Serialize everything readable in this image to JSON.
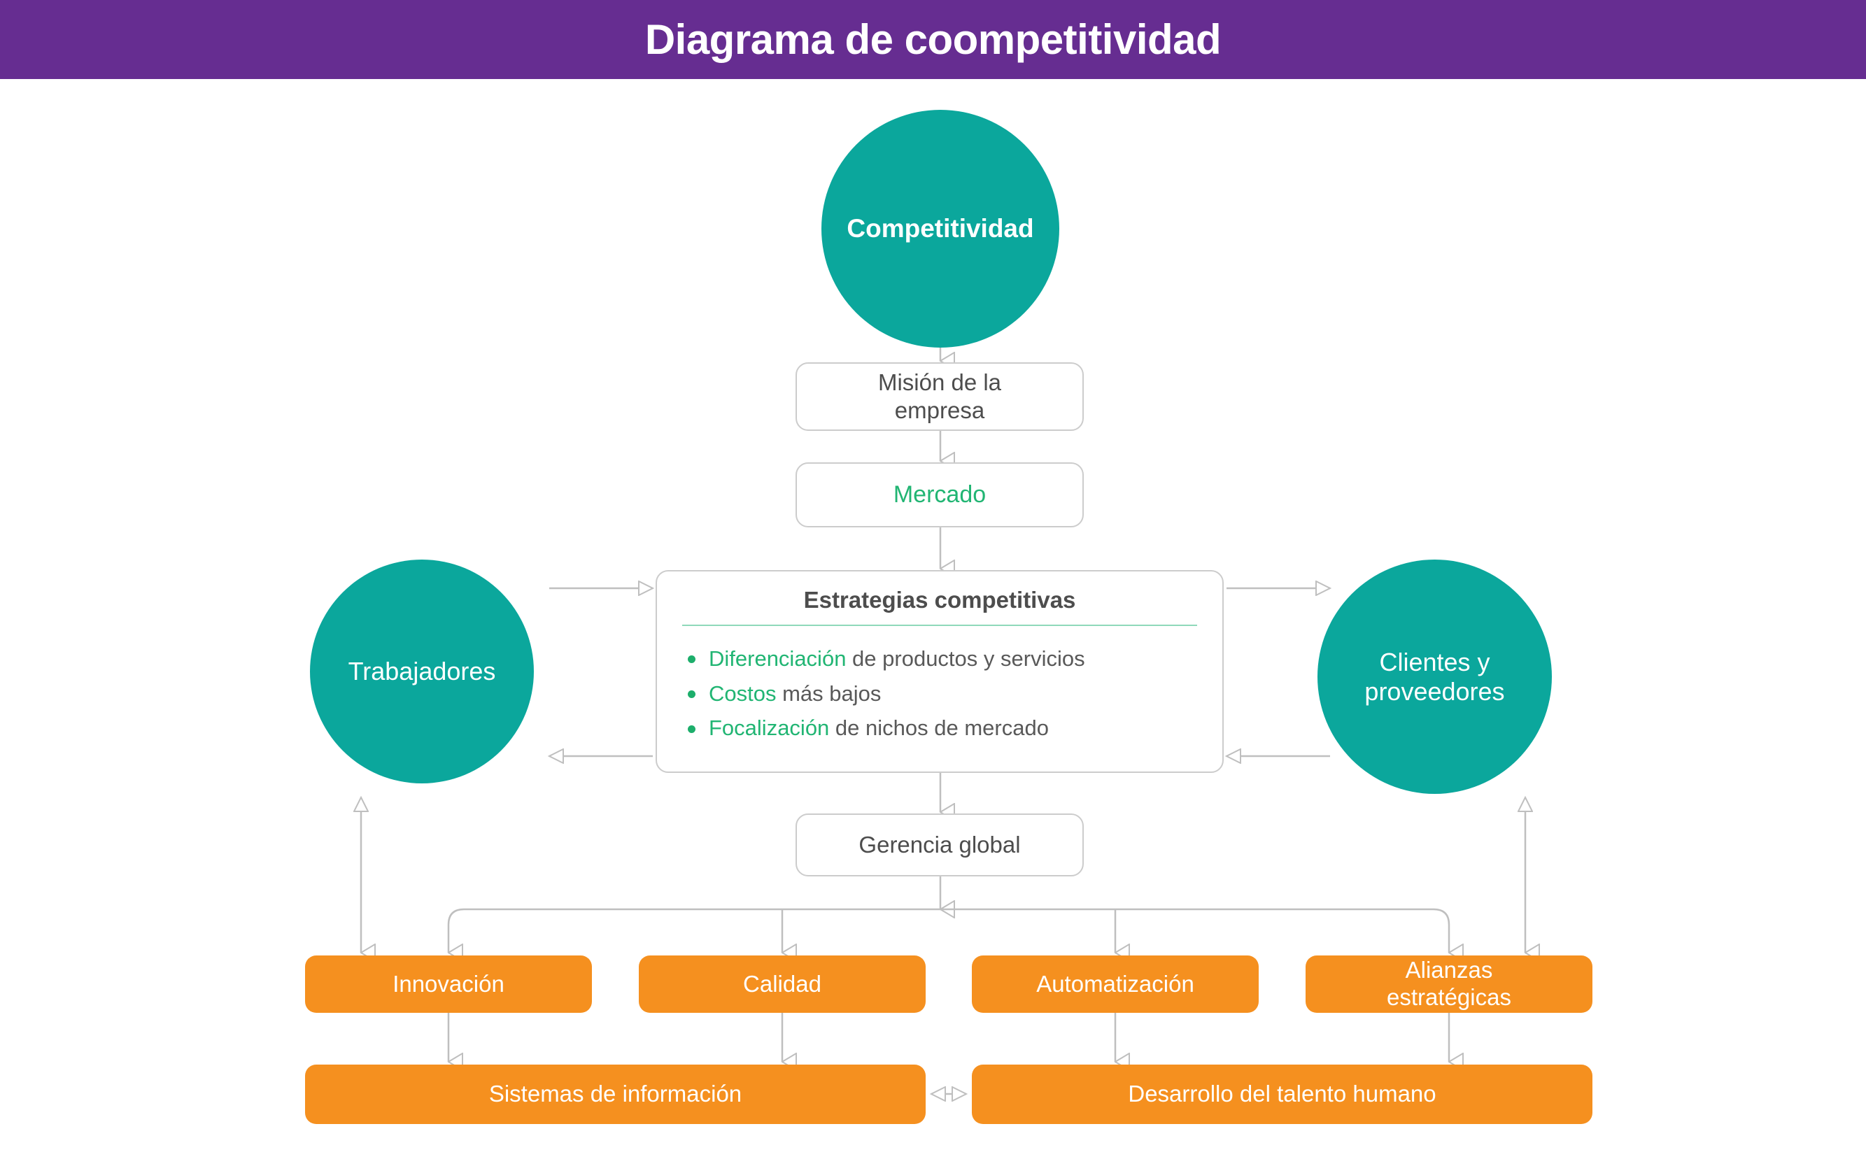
{
  "header": {
    "title": "Diagrama de coompetitividad",
    "background_color": "#662D91",
    "text_color": "#FFFFFF"
  },
  "colors": {
    "teal": "#0BA79C",
    "orange": "#F5901F",
    "green": "#21B573",
    "purple": "#662D91",
    "connector_gray": "#BFBFBF",
    "box_border_gray": "#CCCCCC",
    "text_gray": "#4D4D4D"
  },
  "nodes": {
    "competitividad": {
      "label": "Competitividad",
      "shape": "circle",
      "color": "#0BA79C"
    },
    "trabajadores": {
      "label": "Trabajadores",
      "shape": "circle",
      "color": "#0BA79C"
    },
    "clientes": {
      "label": "Clientes y\nproveedores",
      "line1": "Clientes y",
      "line2": "proveedores",
      "shape": "circle",
      "color": "#0BA79C"
    },
    "mision": {
      "label": "Misión de la\nempresa",
      "line1": "Misión de la",
      "line2": "empresa",
      "shape": "rounded-box"
    },
    "mercado": {
      "label": "Mercado",
      "shape": "rounded-box",
      "text_color": "#21B573"
    },
    "gerencia": {
      "label": "Gerencia global",
      "shape": "rounded-box"
    },
    "innovacion": {
      "label": "Innovación",
      "shape": "rounded-box",
      "color": "#F5901F"
    },
    "calidad": {
      "label": "Calidad",
      "shape": "rounded-box",
      "color": "#F5901F"
    },
    "automatizacion": {
      "label": "Automatización",
      "shape": "rounded-box",
      "color": "#F5901F"
    },
    "alianzas": {
      "label": "Alianzas\nestratégicas",
      "line1": "Alianzas",
      "line2": "estratégicas",
      "shape": "rounded-box",
      "color": "#F5901F"
    },
    "sistemas": {
      "label": "Sistemas de información",
      "shape": "rounded-box",
      "color": "#F5901F"
    },
    "desarrollo": {
      "label": "Desarrollo del talento humano",
      "shape": "rounded-box",
      "color": "#F5901F"
    }
  },
  "estrategias": {
    "title": "Estrategias competitivas",
    "items": [
      {
        "keyword": "Diferenciación",
        "rest": " de productos y servicios"
      },
      {
        "keyword": "Costos",
        "rest": " más bajos"
      },
      {
        "keyword": "Focalización",
        "rest": " de nichos de mercado"
      }
    ]
  },
  "edges": [
    {
      "from": "competitividad",
      "to": "mision",
      "type": "single"
    },
    {
      "from": "mision",
      "to": "mercado",
      "type": "single"
    },
    {
      "from": "mercado",
      "to": "estrategias",
      "type": "single"
    },
    {
      "from": "trabajadores",
      "to": "estrategias",
      "type": "single"
    },
    {
      "from": "estrategias",
      "to": "trabajadores",
      "type": "single"
    },
    {
      "from": "estrategias",
      "to": "clientes",
      "type": "single"
    },
    {
      "from": "clientes",
      "to": "estrategias",
      "type": "single"
    },
    {
      "from": "estrategias",
      "to": "gerencia",
      "type": "single"
    },
    {
      "from": "gerencia",
      "to": "innovacion",
      "type": "single"
    },
    {
      "from": "gerencia",
      "to": "calidad",
      "type": "single"
    },
    {
      "from": "gerencia",
      "to": "automatizacion",
      "type": "single"
    },
    {
      "from": "gerencia",
      "to": "alianzas",
      "type": "single"
    },
    {
      "from": "trabajadores",
      "to": "innovacion",
      "type": "double"
    },
    {
      "from": "clientes",
      "to": "alianzas",
      "type": "double"
    },
    {
      "from": "innovacion",
      "to": "sistemas",
      "type": "single"
    },
    {
      "from": "calidad",
      "to": "sistemas",
      "type": "single"
    },
    {
      "from": "automatizacion",
      "to": "desarrollo",
      "type": "single"
    },
    {
      "from": "alianzas",
      "to": "desarrollo",
      "type": "single"
    },
    {
      "from": "sistemas",
      "to": "desarrollo",
      "type": "double"
    }
  ]
}
